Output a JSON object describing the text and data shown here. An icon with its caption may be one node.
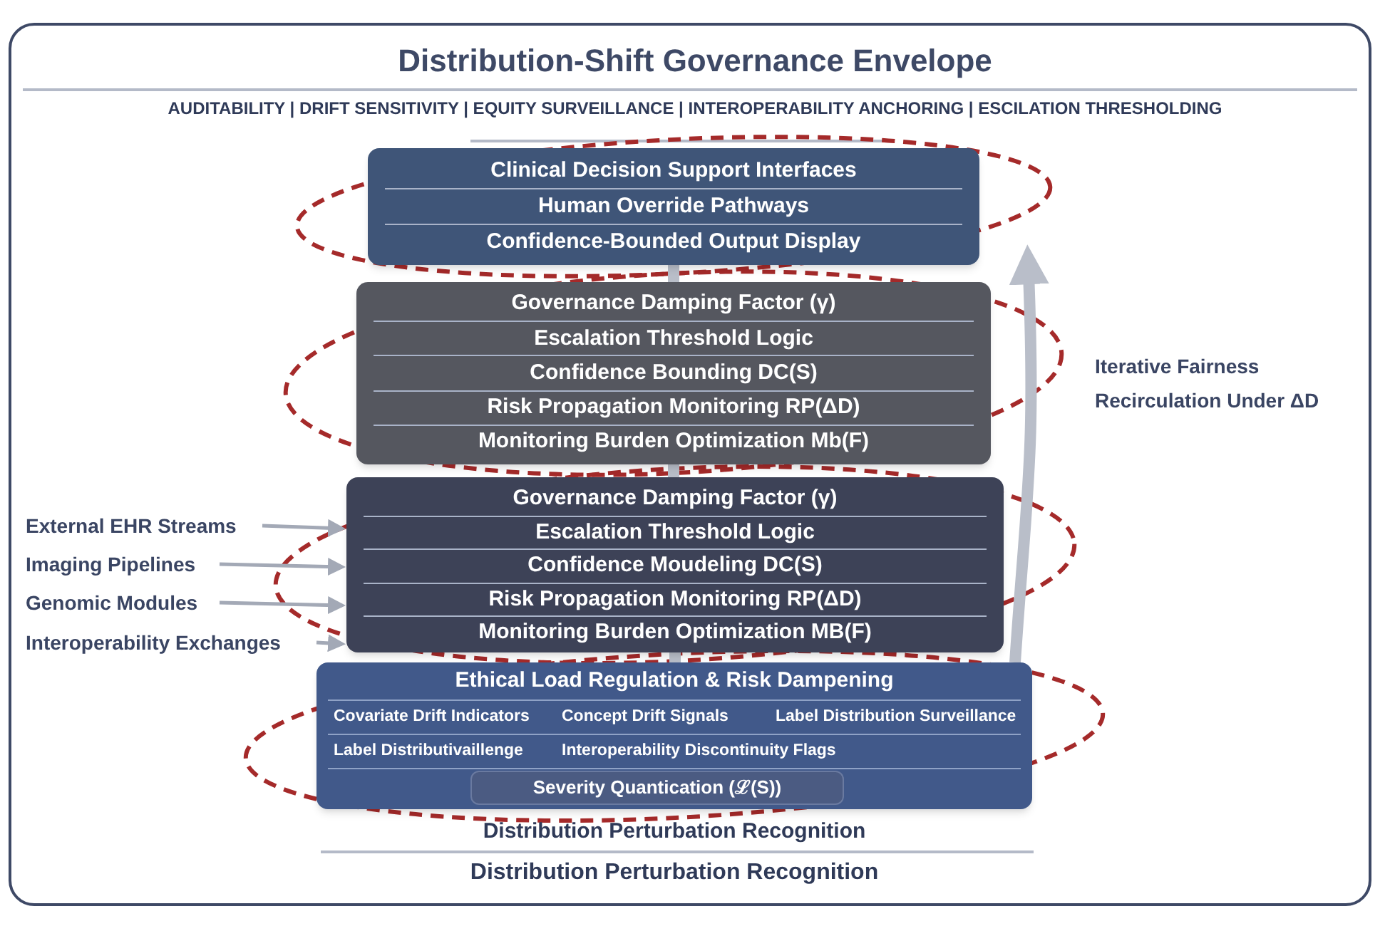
{
  "diagram": {
    "title": "Distribution-Shift Governance Envelope",
    "nodes": [
      {
        "text": [
          "Clinical Decision Support Interfaces",
          "Human Override Pathways",
          "Confidence-Bounded Output Display"
        ]
      },
      {
        "text": [
          "Governance Damping Factor (γ)",
          "Escalation Threshold Logic",
          "Confidence Bounding DC(S)",
          "Risk Propagation Monitoring RP(ΔD)",
          "Monitoring Burden Optimization Mb(F)"
        ]
      },
      {
        "text": [
          "Governance Damping Factor (γ)",
          "Escalation Threshold Logic",
          "Confidence Moudeling DC(S)",
          "Risk Propagation Monitoring RP(ΔD)",
          "Monitoring Burden Optimization MB(F)"
        ]
      },
      {
        "text": [
          "Ethical Load Regulation & Risk Dampening",
          "Covariate Drift Indicators",
          "Concept Drift Signals",
          "Label Distribution Surveillance",
          "Label Distributivaillenge",
          "Interoperability Discontinuity Flags"
        ]
      },
      {
        "text": [
          "Severity Quantication (ℒ(S))"
        ],
        "in": 3
      },
      {
        "text": [
          "External EHR Streams"
        ]
      },
      {
        "text": [
          "Imaging Pipelines"
        ]
      },
      {
        "text": [
          "Genomic Modules"
        ]
      },
      {
        "text": [
          "Interoperability Exchanges"
        ]
      }
    ],
    "edges": [
      {
        "from": 0,
        "to": 1,
        "arrow": "none",
        "style": "thick"
      },
      {
        "from": 1,
        "to": 2,
        "arrow": "none",
        "style": "thick"
      },
      {
        "from": 2,
        "to": 3,
        "arrow": "none",
        "style": "thick"
      },
      {
        "from": 5,
        "to": 2,
        "arrow": "to"
      },
      {
        "from": 6,
        "to": 2,
        "arrow": "to"
      },
      {
        "from": 7,
        "to": 2,
        "arrow": "to"
      },
      {
        "from": 8,
        "to": 2,
        "arrow": "to"
      },
      {
        "from": 3,
        "to": 0,
        "arrow": "to",
        "style": "thick",
        "label": "Iterative Fairness Recirculation Under ΔD"
      }
    ],
    "labels": [
      "AUDITABILITY | DRIFT SENSITIVITY | EQUITY SURVEILLANCE | INTEROPERABILITY ANCHORING | ESCILATION THRESHOLDING",
      "Distribution Perturbation Recognition",
      "Distribution Perturbation Recognition"
    ]
  }
}
